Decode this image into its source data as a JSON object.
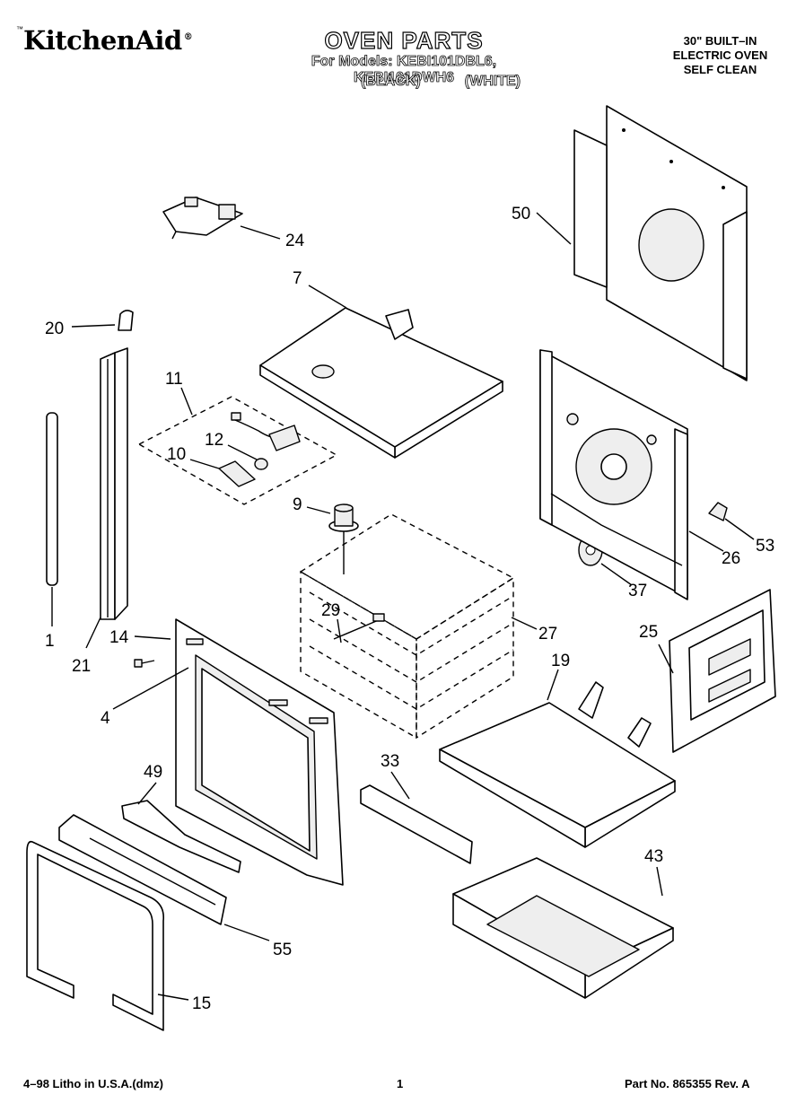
{
  "header": {
    "brand": "KitchenAid",
    "title": "OVEN PARTS",
    "models_line": "For Models: KEBI101DBL6, KEBI101DWH6",
    "variant_black": "(BLACK)",
    "variant_white": "(WHITE)",
    "description": [
      "30\" BUILT–IN",
      "ELECTRIC OVEN",
      "SELF CLEAN"
    ]
  },
  "parts": [
    "50",
    "24",
    "7",
    "20",
    "11",
    "12",
    "10",
    "9",
    "53",
    "26",
    "37",
    "29",
    "27",
    "1",
    "21",
    "14",
    "4",
    "25",
    "19",
    "49",
    "33",
    "43",
    "55",
    "15"
  ],
  "footer": {
    "litho": "4–98 Litho in U.S.A.(dmz)",
    "page": "1",
    "part_no": "Part No. 865355 Rev. A"
  }
}
